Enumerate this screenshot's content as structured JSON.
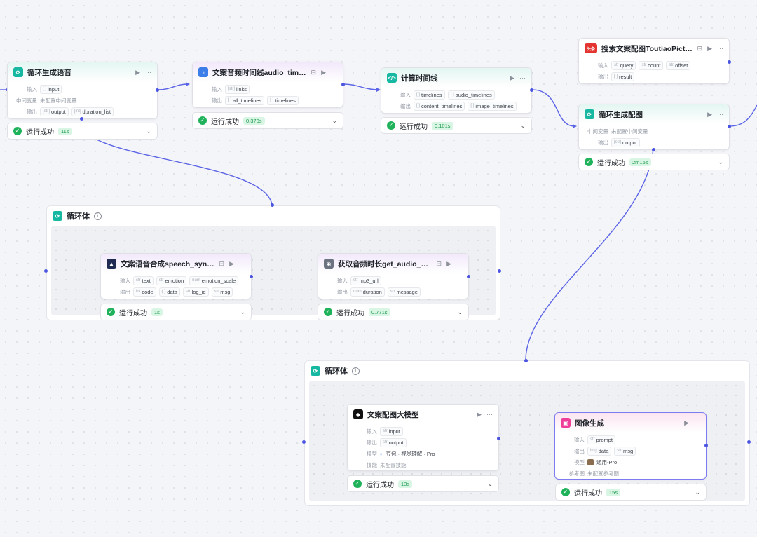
{
  "colors": {
    "edge": "#5b63e6",
    "success": "#1fb25a",
    "teal": "#16b8a1"
  },
  "labels": {
    "input": "输入",
    "output": "输出",
    "midvar": "中间变量",
    "model": "模型",
    "skill": "技能",
    "ref": "参考图",
    "success": "运行成功"
  },
  "nodes": {
    "loop_voice": {
      "icon": "loop-icon",
      "title": "循环生成语音",
      "in": [
        "input"
      ],
      "mid": "未配置中间变量",
      "out": [
        "output",
        "duration_list"
      ],
      "time": "11s"
    },
    "audio_timeline": {
      "icon": "plugin-icon",
      "title": "文案音频时间线audio_timeli…",
      "in": [
        "links"
      ],
      "out": [
        "all_timelines",
        "timelines"
      ],
      "time": "0.370s"
    },
    "calc_timeline": {
      "icon": "code-icon",
      "title": "计算时间线",
      "in": [
        "timelines",
        "audio_timelines"
      ],
      "out": [
        "content_timelines",
        "image_timelines"
      ],
      "time": "0.101s"
    },
    "search_pic": {
      "icon": "toutiao-icon",
      "badge": "头条",
      "title": "搜索文案配图ToutiaoPicture…",
      "in": [
        "query",
        "count",
        "offset"
      ],
      "out": [
        "result"
      ]
    },
    "loop_image": {
      "icon": "loop-icon",
      "title": "循环生成配图",
      "mid": "未配置中间变量",
      "out": [
        "output"
      ],
      "time": "2m15s"
    },
    "speech": {
      "icon": "speech-icon",
      "title": "文案语音合成speech_synthe…",
      "in": [
        "text",
        "emotion",
        "emotion_scale"
      ],
      "out": [
        "code",
        "data",
        "log_id",
        "msg"
      ],
      "time": "1s"
    },
    "duration": {
      "icon": "audio-icon",
      "title": "获取音频时长get_audio_dur…",
      "in": [
        "mp3_url"
      ],
      "out": [
        "duration",
        "message"
      ],
      "time": "0.771s"
    },
    "llm": {
      "icon": "llm-icon",
      "title": "文案配图大模型",
      "in": [
        "input"
      ],
      "out": [
        "output"
      ],
      "model": "豆包 · 视觉理解 · Pro",
      "skill": "未配置技能",
      "time": "13s"
    },
    "image_gen": {
      "icon": "image-icon",
      "title": "图像生成",
      "in": [
        "prompt"
      ],
      "out": [
        "data",
        "msg"
      ],
      "model": "通用-Pro",
      "ref": "未配置参考图",
      "time": "15s"
    }
  },
  "groups": {
    "loop1": {
      "title": "循环体"
    },
    "loop2": {
      "title": "循环体"
    }
  },
  "type_tags": {
    "str": "str",
    "list": "[ ]",
    "obj": "{ }",
    "int": "int",
    "num": "num"
  }
}
